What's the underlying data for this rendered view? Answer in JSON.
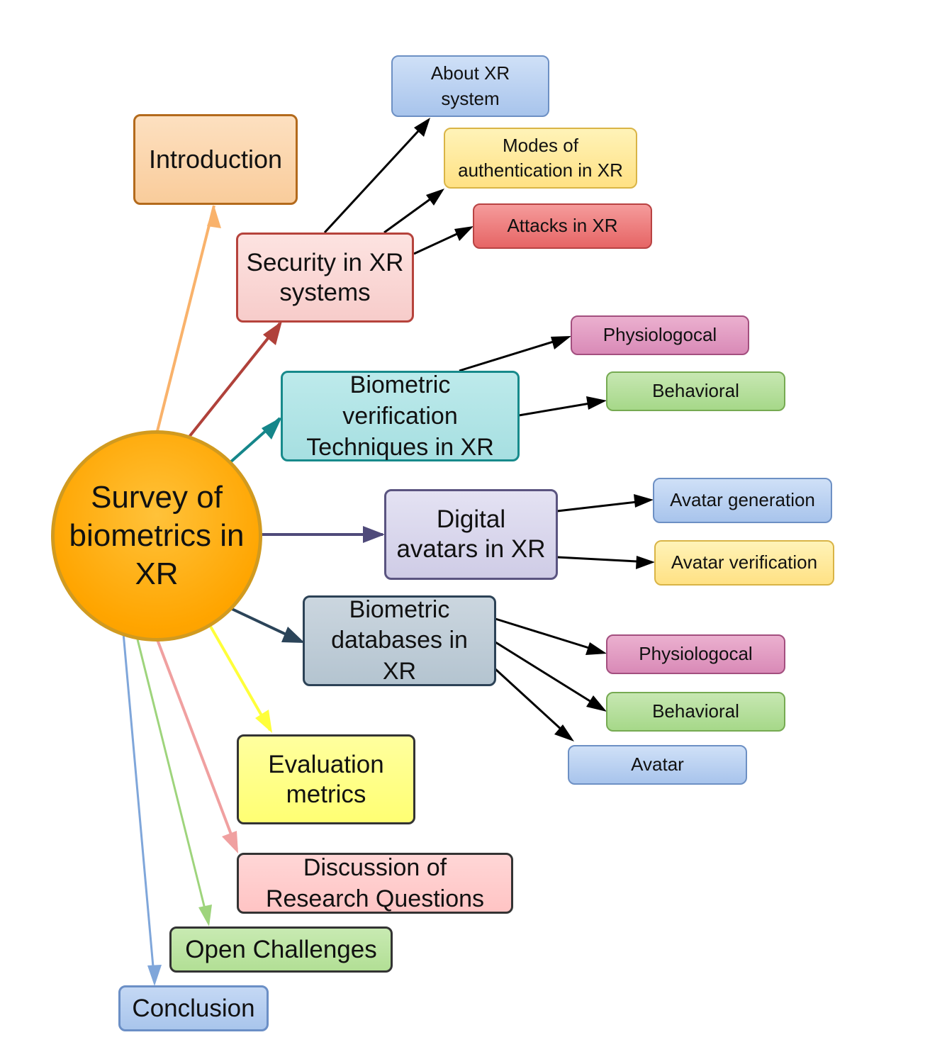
{
  "center": {
    "label": "Survey of\nbiometrics in\nXR"
  },
  "sections": {
    "introduction": "Introduction",
    "security": "Security in XR\nsystems",
    "verification": "Biometric\nverification\nTechniques in XR",
    "avatars": "Digital\navatars in XR",
    "databases": "Biometric\ndatabases in\nXR",
    "evaluation": "Evaluation\nmetrics",
    "discussion": "Discussion of\nResearch Questions",
    "challenges": "Open Challenges",
    "conclusion": "Conclusion"
  },
  "security_children": {
    "about": "About XR\nsystem",
    "modes": "Modes of\nauthentication in XR",
    "attacks": "Attacks in XR"
  },
  "verification_children": {
    "physiological": "Physiologocal",
    "behavioral": "Behavioral"
  },
  "avatar_children": {
    "generation": "Avatar generation",
    "verification": "Avatar verification"
  },
  "database_children": {
    "physiological": "Physiologocal",
    "behavioral": "Behavioral",
    "avatar": "Avatar"
  },
  "colors": {
    "introduction_arrow": "#f9b26b",
    "security_arrow": "#b0413a",
    "verification_arrow": "#15868a",
    "avatars_arrow": "#4f4a7a",
    "databases_arrow": "#2b4459",
    "evaluation_arrow": "#ffff3a",
    "discussion_arrow": "#f0a0a0",
    "challenges_arrow": "#9ed47c",
    "conclusion_arrow": "#7fa6da",
    "child_arrow": "#000000"
  }
}
